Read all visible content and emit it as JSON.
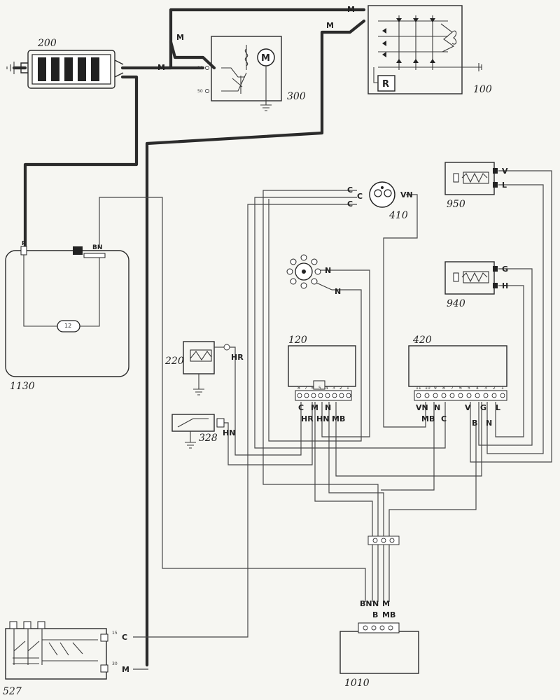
{
  "components": {
    "c200": "200",
    "c300": "300",
    "c100": "100",
    "c1130": "1130",
    "c410": "410",
    "c950": "950",
    "c940": "940",
    "c120": "120",
    "c420": "420",
    "c220": "220",
    "c328": "328",
    "c527": "527",
    "c1010": "1010"
  },
  "glyphs": {
    "motor": "M",
    "regulator": "R",
    "lamp": "12"
  },
  "terminals": {
    "starter_30": "30",
    "starter_50": "50",
    "switch_15": "15",
    "switch_30": "30",
    "c120_pins": [
      "8",
      "7",
      "6",
      "5",
      "4",
      "3",
      "2",
      "1"
    ],
    "c420_pins": [
      "11",
      "10",
      "9",
      "8",
      "7",
      "6",
      "5",
      "4",
      "3",
      "2",
      "1"
    ]
  },
  "wire_labels": {
    "battery_starter_m": "M",
    "starter_loop_m": "M",
    "alt_top_m": "M",
    "alt_mid_m": "M",
    "m410_c1": "C",
    "m410_c2": "C",
    "m410_c3": "C",
    "m410_vn": "VN",
    "s950_v": "V",
    "s950_l": "L",
    "s940_g": "G",
    "s940_h": "H",
    "rot_n1": "N",
    "rot_n2": "N",
    "c1130_r": "R",
    "c1130_bn": "BN",
    "c220_hr": "HR",
    "c328_hn": "HN",
    "c120_c": "C",
    "c120_m": "M",
    "c120_n": "N",
    "c120_hr": "HR",
    "c120_hn": "HN",
    "c120_mb": "MB",
    "c420_vn": "VN",
    "c420_n": "N",
    "c420_v": "V",
    "c420_g": "G",
    "c420_l": "L",
    "c420_mb": "MB",
    "c420_c": "C",
    "c420_b": "B",
    "c420_n2": "N",
    "c1010_bn": "BN",
    "c1010_n": "N",
    "c1010_m": "M",
    "c1010_b": "B",
    "c1010_mb": "MB",
    "c527_c": "C",
    "c527_m": "M"
  }
}
